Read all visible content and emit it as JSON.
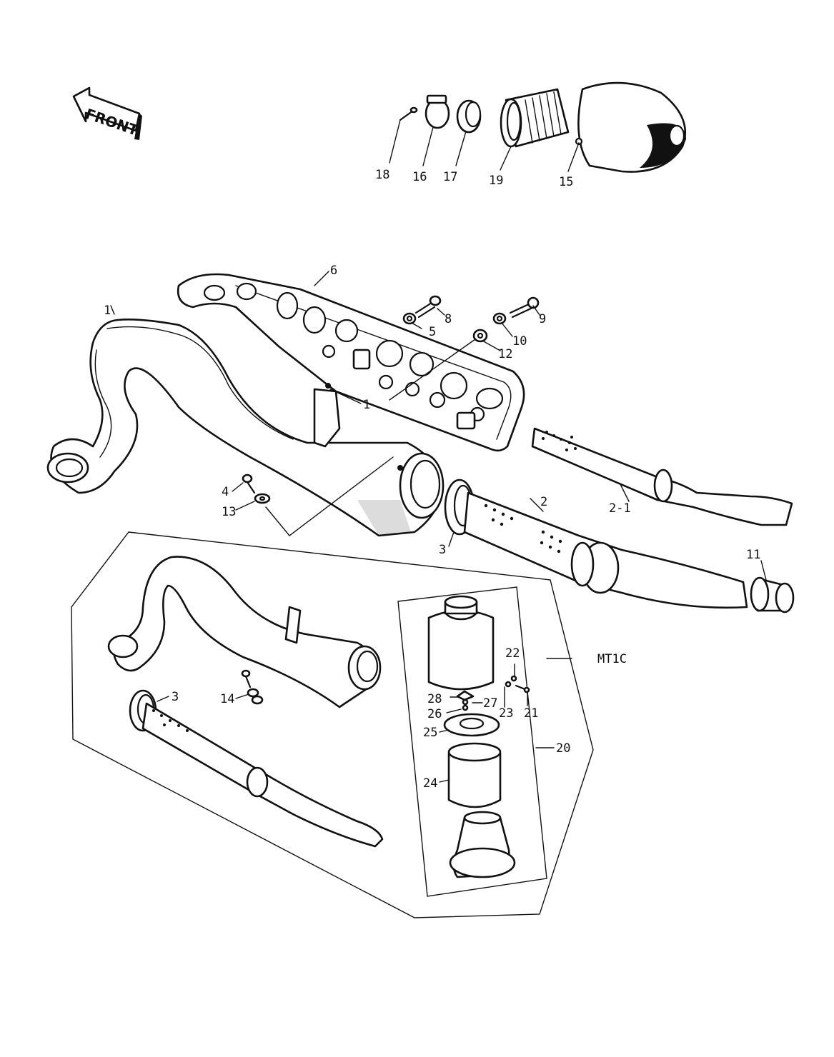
{
  "front_label": "FRONT",
  "variant_label": "MT1C",
  "callouts": {
    "c18": "18",
    "c16": "16",
    "c17": "17",
    "c19": "19",
    "c15": "15",
    "c6": "6",
    "c8": "8",
    "c5": "5",
    "c9": "9",
    "c10": "10",
    "c12": "12",
    "c1a": "1",
    "c1b": "1",
    "c4": "4",
    "c13": "13",
    "c2": "2",
    "c2_1": "2-1",
    "c3a": "3",
    "c11": "11",
    "c3b": "3",
    "c14": "14",
    "c22": "22",
    "c28": "28",
    "c27": "27",
    "c26": "26",
    "c23": "23",
    "c21": "21",
    "c25": "25",
    "c20": "20",
    "c24": "24"
  }
}
